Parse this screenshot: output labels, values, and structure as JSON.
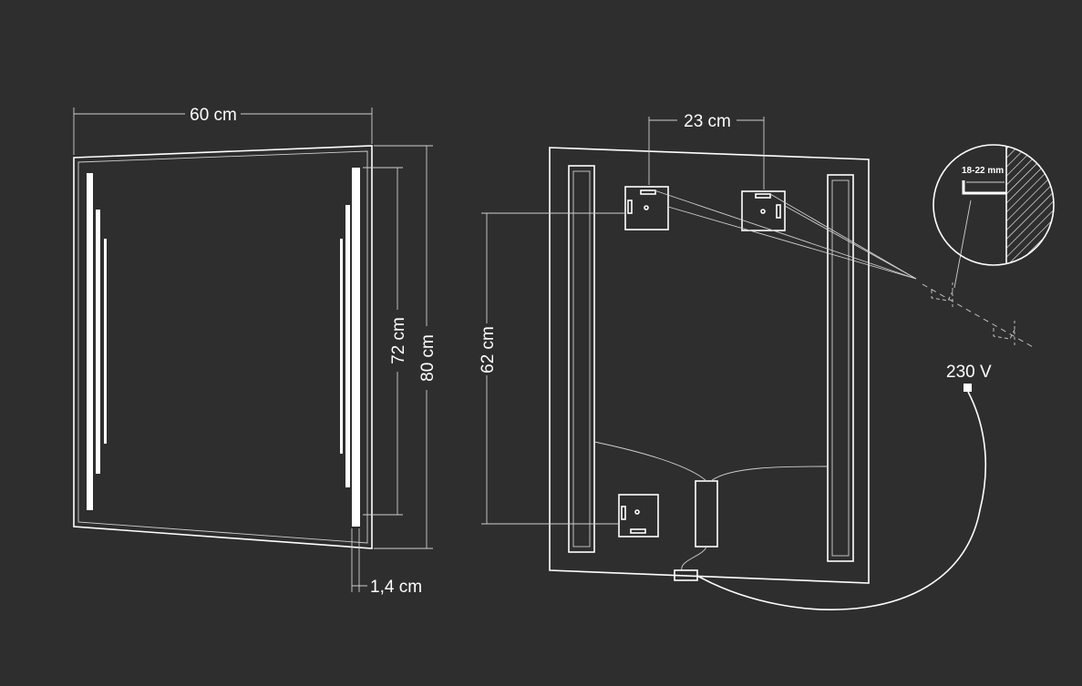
{
  "colors": {
    "background": "#2e2e2e",
    "line": "#ffffff",
    "dimension": "#cfcfcf"
  },
  "front_view": {
    "width_label": "60 cm",
    "height_label": "80 cm",
    "light_height_label": "72 cm",
    "depth_label": "1,4 cm"
  },
  "back_view": {
    "bracket_spacing_label": "23 cm",
    "bracket_vertical_label": "62 cm",
    "voltage_label": "230 V",
    "wall_gap_label": "18-22 mm"
  }
}
